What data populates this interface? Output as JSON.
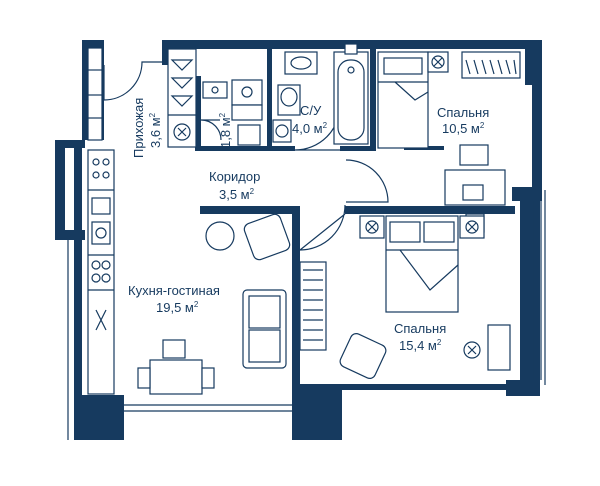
{
  "rooms": {
    "hallway": {
      "name": "Прихожая",
      "area": "3,6 м",
      "sup": "2"
    },
    "closet": {
      "area": "1,8 м",
      "sup": "2"
    },
    "bathroom": {
      "name": "С/У",
      "area": "4,0 м",
      "sup": "2"
    },
    "bedroom1": {
      "name": "Спальня",
      "area": "10,5 м",
      "sup": "2"
    },
    "corridor": {
      "name": "Коридор",
      "area": "3,5 м",
      "sup": "2"
    },
    "kitchen": {
      "name": "Кухня-гостиная",
      "area": "19,5 м",
      "sup": "2"
    },
    "bedroom2": {
      "name": "Спальня",
      "area": "15,4 м",
      "sup": "2"
    }
  },
  "colors": {
    "wall": "#163a5f",
    "background": "#ffffff"
  }
}
